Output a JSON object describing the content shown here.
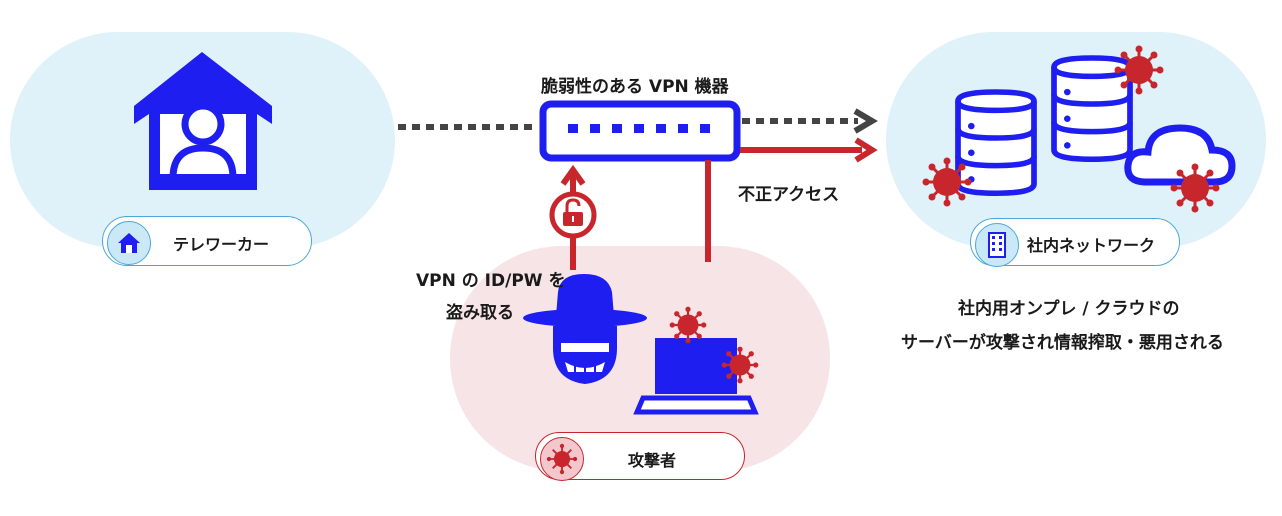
{
  "labels": {
    "vpn_device": "脆弱性のある VPN 機器",
    "unauthorized_access": "不正アクセス",
    "steal_line1": "VPN の ID/PW を",
    "steal_line2": "盗み取る",
    "result_line1": "社内用オンプレ / クラウドの",
    "result_line2": "サーバーが攻撃され情報搾取・悪用される"
  },
  "pills": {
    "teleworker": "テレワーカー",
    "network": "社内ネットワーク",
    "attacker": "攻撃者"
  },
  "colors": {
    "blue": "#1e1ef0",
    "red": "#c8262d",
    "dark_arrow": "#444444",
    "light_blue_bg": "#dff1f9",
    "light_pink_bg": "#f7e4e6"
  },
  "icons": [
    "house-worker-icon",
    "vpn-router-icon",
    "lock-icon",
    "hacker-icon",
    "laptop-icon",
    "database-icon",
    "cloud-icon",
    "virus-icon",
    "building-icon"
  ]
}
